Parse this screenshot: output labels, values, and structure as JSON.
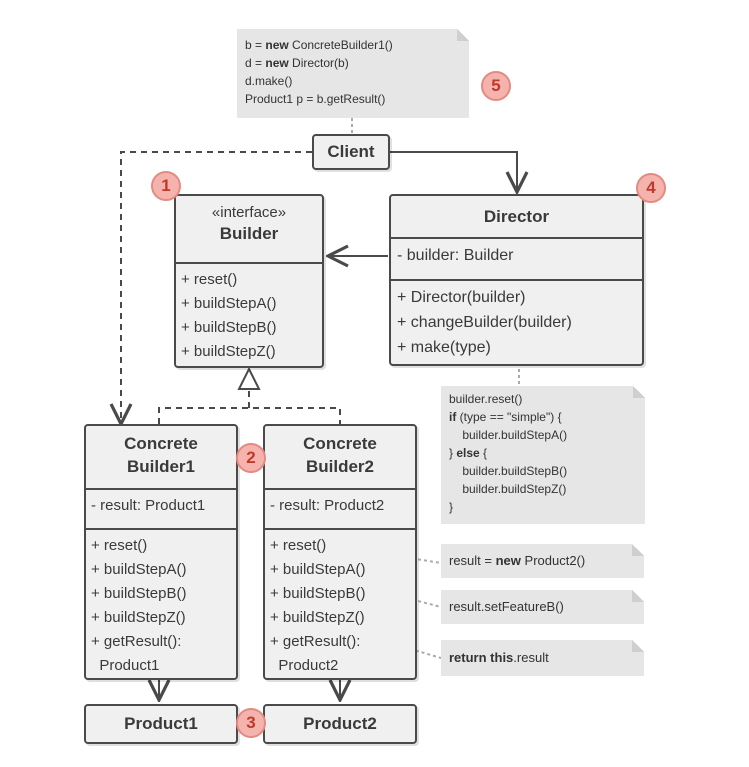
{
  "client": {
    "label": "Client"
  },
  "code_note": {
    "lines": [
      {
        "pre": "b = ",
        "kw": "new",
        "post": " ConcreteBuilder1()"
      },
      {
        "pre": "d = ",
        "kw": "new",
        "post": " Director(b)"
      },
      {
        "pre": "d.make()",
        "kw": "",
        "post": ""
      },
      {
        "pre": "Product1 p = b.getResult()",
        "kw": "",
        "post": ""
      }
    ]
  },
  "builder": {
    "stereotype": "«interface»",
    "title": "Builder",
    "methods": [
      "+ reset()",
      "+ buildStepA()",
      "+ buildStepB()",
      "+ buildStepZ()"
    ]
  },
  "director": {
    "title": "Director",
    "fields": [
      "- builder: Builder"
    ],
    "methods": [
      "+ Director(builder)",
      "+ changeBuilder(builder)",
      "+ make(type)"
    ]
  },
  "make_note": {
    "lines": [
      {
        "pre": "builder.reset()",
        "kw": "",
        "post": ""
      },
      {
        "pre": "",
        "kw": "if",
        "post": " (type == \"simple\") {"
      },
      {
        "pre": "    builder.buildStepA()",
        "kw": "",
        "post": ""
      },
      {
        "pre": "} ",
        "kw": "else",
        "post": " {"
      },
      {
        "pre": "    builder.buildStepB()",
        "kw": "",
        "post": ""
      },
      {
        "pre": "    builder.buildStepZ()",
        "kw": "",
        "post": ""
      },
      {
        "pre": "}",
        "kw": "",
        "post": ""
      }
    ]
  },
  "cb1": {
    "title_line1": "Concrete",
    "title_line2": "Builder1",
    "fields": [
      "- result: Product1"
    ],
    "methods": [
      "+ reset()",
      "+ buildStepA()",
      "+ buildStepB()",
      "+ buildStepZ()",
      "+ getResult():",
      "  Product1"
    ]
  },
  "cb2": {
    "title_line1": "Concrete",
    "title_line2": "Builder2",
    "fields": [
      "- result: Product2"
    ],
    "methods": [
      "+ reset()",
      "+ buildStepA()",
      "+ buildStepB()",
      "+ buildStepZ()",
      "+ getResult():",
      "  Product2"
    ]
  },
  "notes_right": [
    {
      "pre": "result = ",
      "kw": "new",
      "post": " Product2()"
    },
    {
      "pre": "result.setFeatureB()",
      "kw": "",
      "post": ""
    },
    {
      "pre": "",
      "kw": "return this",
      "post": ".result"
    }
  ],
  "product1": {
    "label": "Product1"
  },
  "product2": {
    "label": "Product2"
  },
  "badges": [
    "1",
    "2",
    "3",
    "4",
    "5"
  ],
  "colors": {
    "box_fill": "#f0f0f0",
    "border": "#4a4a4a",
    "note_fill": "#e6e6e6",
    "badge_fill": "#f4b3ad",
    "badge_text": "#c0392b"
  }
}
